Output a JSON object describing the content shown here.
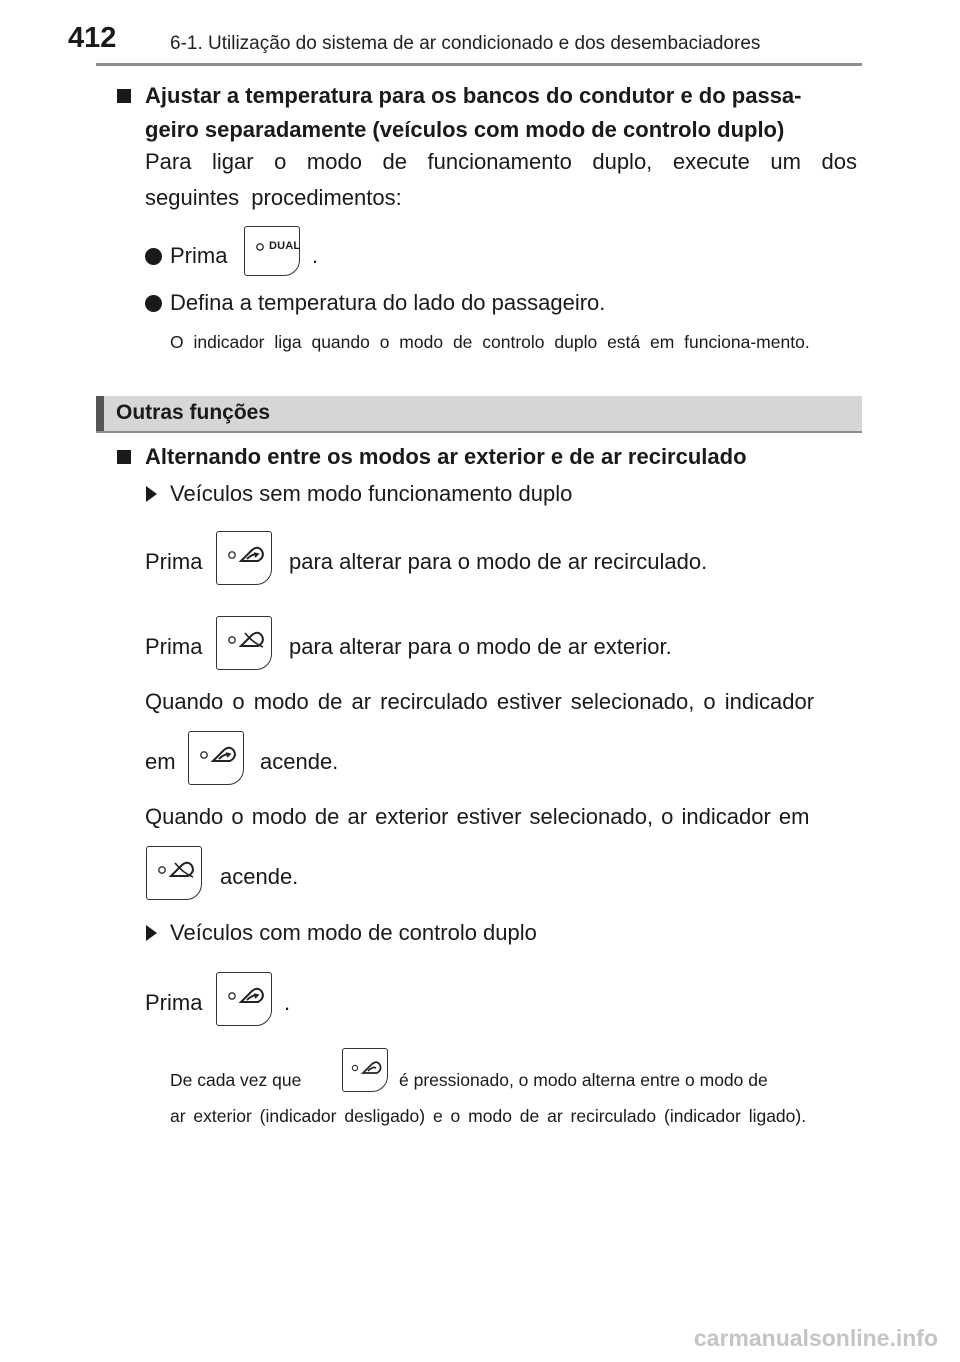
{
  "header": {
    "page_number": "412",
    "running_head": "6-1. Utilização do sistema de ar condicionado e dos desembaciadores"
  },
  "dual_section": {
    "heading_line1": "Ajustar a temperatura para os bancos do condutor e do passa-",
    "heading_line2": "geiro separadamente (veículos com modo de controlo duplo)",
    "intro": "Para ligar o modo de funcionamento duplo, execute um dos seguintes procedimentos:",
    "bullet1_pre": "Prima",
    "bullet1_post": ".",
    "dual_button_label": "DUAL",
    "bullet2": "Defina a temperatura do lado do passageiro.",
    "note": "O indicador liga quando o modo de controlo duplo está em funciona-mento."
  },
  "section_title": "Outras funções",
  "air_section": {
    "heading": "Alternando entre os modos ar exterior e de ar recirculado",
    "sub1": "Veículos sem modo funcionamento duplo",
    "line1_pre": "Prima",
    "line1_post": "para alterar para o modo de ar recirculado.",
    "line2_pre": "Prima",
    "line2_post": "para alterar para o modo de ar exterior.",
    "recirc_text1": "Quando o modo de ar recirculado estiver selecionado, o indicador",
    "recirc_text2_pre": "em",
    "recirc_text2_post": "acende.",
    "outside_text1": "Quando o modo de ar exterior estiver selecionado, o indicador em",
    "outside_text2_post": "acende.",
    "sub2": "Veículos com modo de controlo duplo",
    "line3_pre": "Prima",
    "line3_post": ".",
    "note_pre": "De cada vez que",
    "note_post": "é pressionado, o modo alterna entre o modo de",
    "note_rest": "ar exterior (indicador desligado) e o modo de ar recirculado (indicador ligado)."
  },
  "icons": [
    "dual-button-icon",
    "recirculated-air-button-icon",
    "outside-air-button-icon"
  ],
  "watermark": "carmanualsonline.info"
}
